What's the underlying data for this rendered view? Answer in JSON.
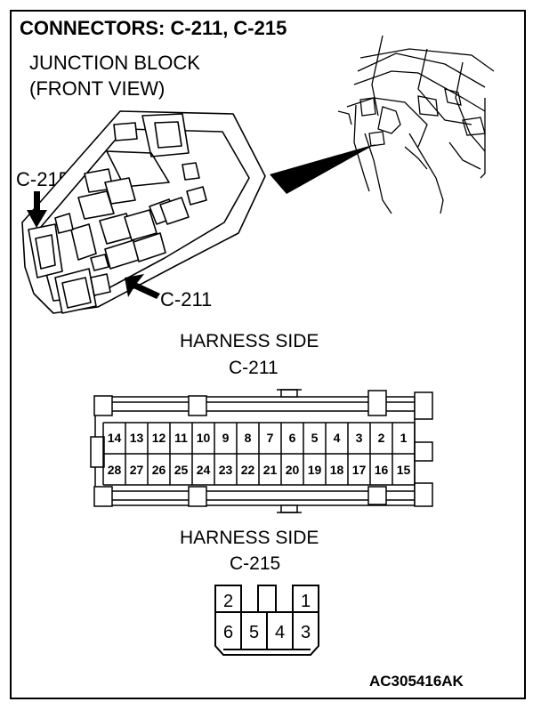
{
  "title": "CONNECTORS: C-211, C-215",
  "view": {
    "line1": "JUNCTION BLOCK",
    "line2": "(FRONT VIEW)"
  },
  "callouts": {
    "c215": "C-215",
    "c211": "C-211"
  },
  "harness_c211": {
    "heading": "HARNESS SIDE",
    "name": "C-211",
    "top_row": [
      "14",
      "13",
      "12",
      "11",
      "10",
      "9",
      "8",
      "7",
      "6",
      "5",
      "4",
      "3",
      "2",
      "1"
    ],
    "bottom_row": [
      "28",
      "27",
      "26",
      "25",
      "24",
      "23",
      "22",
      "21",
      "20",
      "19",
      "18",
      "17",
      "16",
      "15"
    ]
  },
  "harness_c215": {
    "heading": "HARNESS SIDE",
    "name": "C-215",
    "top_row": [
      "2",
      "",
      "1"
    ],
    "bottom_row": [
      "6",
      "5",
      "4",
      "3"
    ]
  },
  "figure_code": "AC305416AK"
}
